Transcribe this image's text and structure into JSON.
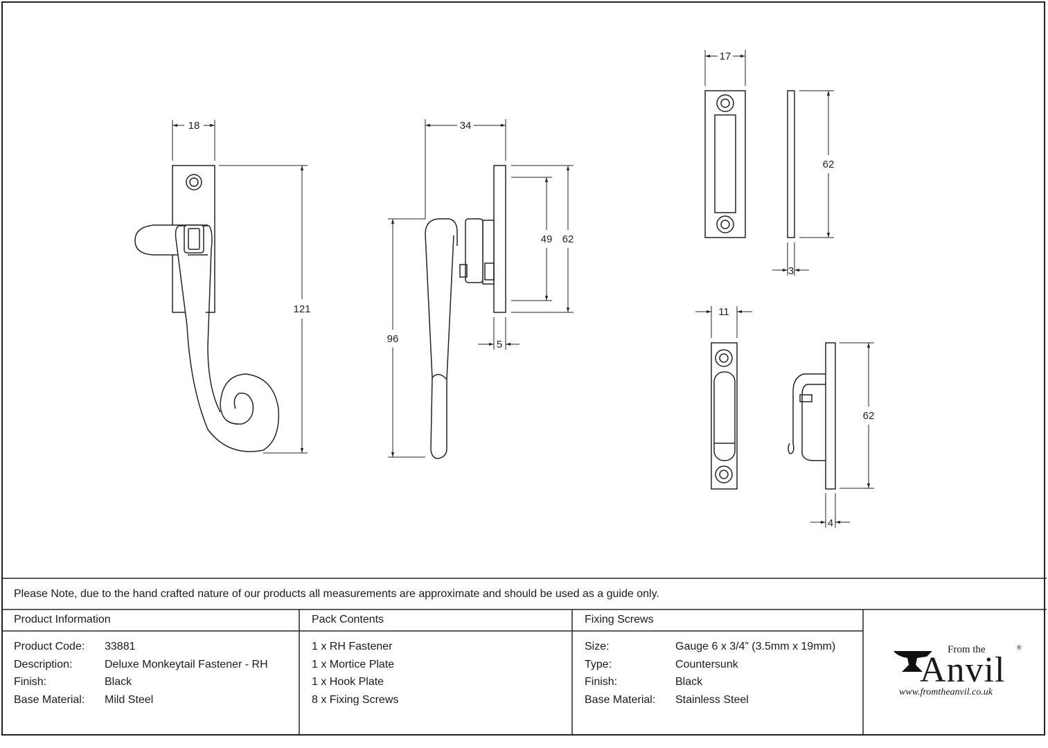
{
  "dimensions": {
    "handle_width": "18",
    "handle_height": "121",
    "side_depth": "34",
    "side_inner": "49",
    "side_plate": "62",
    "side_height": "96",
    "side_thickness": "5",
    "mortice_width": "17",
    "mortice_height": "62",
    "mortice_thickness": "3",
    "hook_width": "11",
    "hook_height": "62",
    "hook_thickness": "4"
  },
  "note": "Please Note, due to the hand crafted nature of our products all measurements are approximate and should be used as a guide only.",
  "product_info": {
    "header": "Product Information",
    "rows": [
      {
        "label": "Product Code:",
        "value": "33881"
      },
      {
        "label": "Description:",
        "value": "Deluxe Monkeytail Fastener - RH"
      },
      {
        "label": "Finish:",
        "value": "Black"
      },
      {
        "label": "Base Material:",
        "value": "Mild Steel"
      }
    ]
  },
  "pack_contents": {
    "header": "Pack Contents",
    "items": [
      "1 x RH Fastener",
      "1 x Mortice Plate",
      "1 x Hook Plate",
      "8 x Fixing Screws"
    ]
  },
  "fixing_screws": {
    "header": "Fixing Screws",
    "rows": [
      {
        "label": "Size:",
        "value": "Gauge 6 x 3/4” (3.5mm x 19mm)"
      },
      {
        "label": "Type:",
        "value": "Countersunk"
      },
      {
        "label": "Finish:",
        "value": "Black"
      },
      {
        "label": "Base Material:",
        "value": "Stainless Steel"
      }
    ]
  },
  "logo": {
    "from": "From the",
    "brand": "Anvil",
    "url": "www.fromtheanvil.co.uk",
    "reg": "®"
  }
}
